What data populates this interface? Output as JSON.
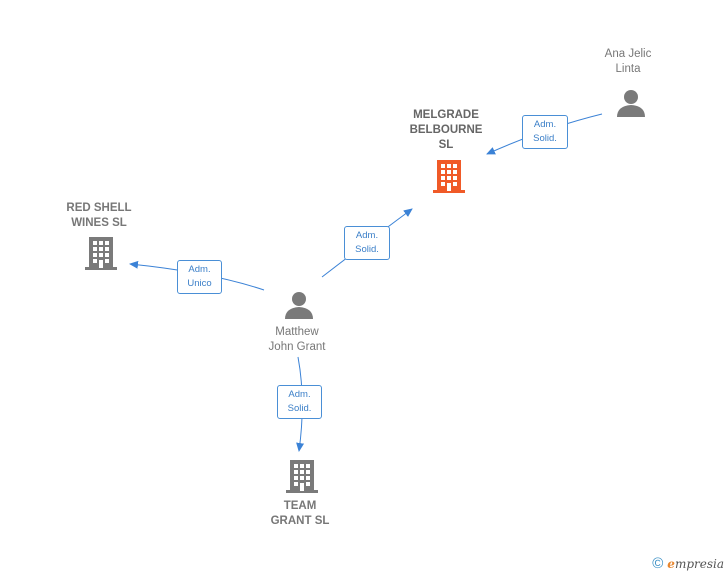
{
  "nodes": {
    "melgrade": {
      "label": "MELGRADE\nBELBOURNE\nSL",
      "type": "company",
      "highlight": true
    },
    "ana": {
      "label": "Ana Jelic\nLinta",
      "type": "person"
    },
    "redshell": {
      "label": "RED SHELL\nWINES  SL",
      "type": "company"
    },
    "matthew": {
      "label": "Matthew\nJohn Grant",
      "type": "person"
    },
    "team": {
      "label": "TEAM\nGRANT SL",
      "type": "company"
    }
  },
  "edges": {
    "ana_melgrade": {
      "role": "Adm.\nSolid."
    },
    "matthew_melgrade": {
      "role": "Adm.\nSolid."
    },
    "matthew_redshell": {
      "role": "Adm.\nUnico"
    },
    "matthew_team": {
      "role": "Adm.\nSolid."
    }
  },
  "colors": {
    "edge": "#3b82d6",
    "company": "#7a7a7a",
    "company_highlight": "#f05a28",
    "person": "#7a7a7a"
  },
  "footer": {
    "copyright": "©",
    "brand_initial": "e",
    "brand_rest": "mpresia"
  }
}
